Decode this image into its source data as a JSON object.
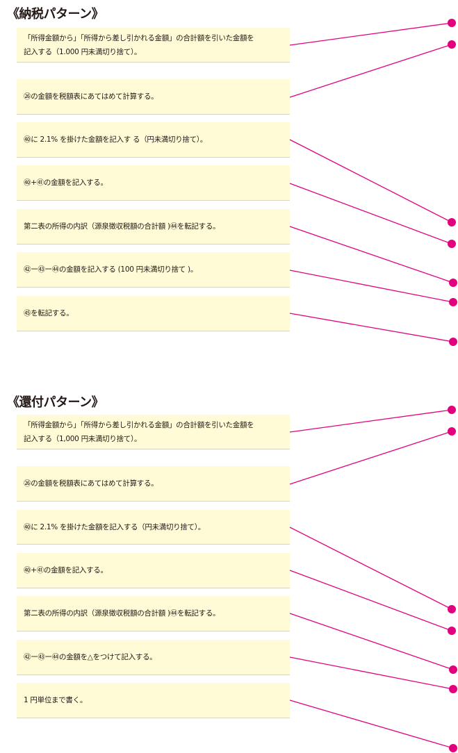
{
  "sections": [
    {
      "title": "《納税パターン》",
      "items": [
        "「所得金額から」「所得から差し引かれる金額」の合計額を引いた金額を\n記入する（1.000 円未満切り捨て）。",
        "㉖の金額を税額表にあてはめて計算する。",
        "㊵に 2.1% を掛けた金額を記入す る（円未満切り捨て）。",
        "㊵+㊶の金額を記入する。",
        "第二表の所得の内訳（源泉徴収税額の合計額 )㊹を転記する。",
        "㊷ー㊸ー㊹の金額を記入する (100 円未満切り捨て )。",
        "㊺を転記する。"
      ]
    },
    {
      "title": "《還付パターン》",
      "items": [
        "「所得金額から」「所得から差し引かれる金額」の合計額を引いた金額を\n記入する（1,000 円未満切り捨て）。",
        "㉖の金額を税額表にあてはめて計算する。",
        "㊵に 2.1% を掛けた金額を記入する（円未満切り捨て）。",
        "㊵+㊶の金額を記入する。",
        "第二表の所得の内訳（源泉徴収税額の合計額 )㊹を転記する。",
        "㊷ー㊸ー㊹の金額を△をつけて記入する。",
        "1 円単位まで書く。"
      ]
    }
  ],
  "colors": {
    "box_background": "#fefbd6",
    "connector": "#e3007f",
    "text": "#231815"
  }
}
